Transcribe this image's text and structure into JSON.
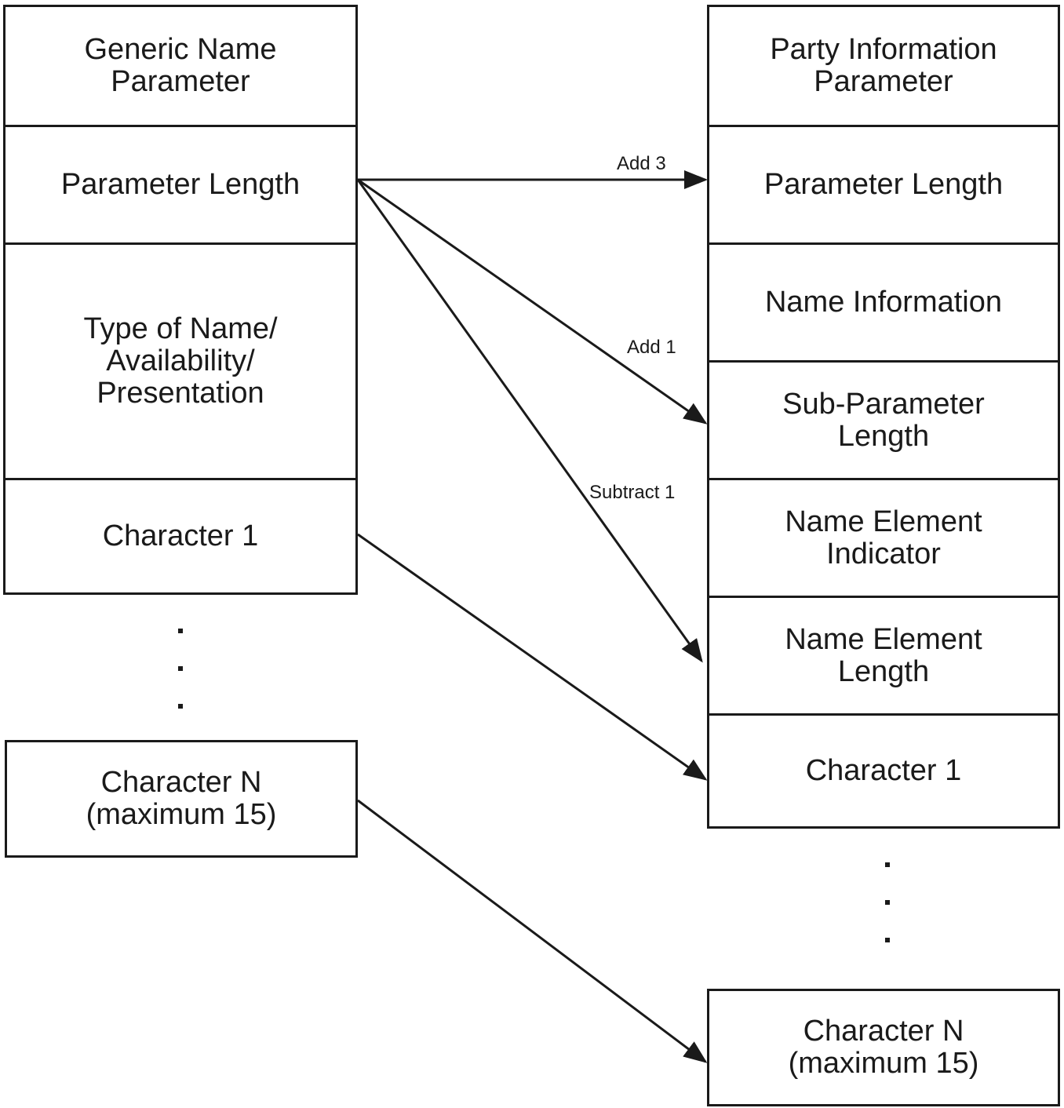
{
  "left_column": {
    "fields": [
      "Generic Name\nParameter",
      "Parameter Length",
      "Type of Name/\nAvailability/\nPresentation",
      "Character 1"
    ],
    "last_field": "Character N\n(maximum 15)"
  },
  "right_column": {
    "fields": [
      "Party Information\nParameter",
      "Parameter Length",
      "Name Information",
      "Sub-Parameter\nLength",
      "Name Element\nIndicator",
      "Name Element\nLength",
      "Character 1"
    ],
    "last_field": "Character N\n(maximum 15)"
  },
  "arrows": {
    "add3": "Add 3",
    "add1": "Add 1",
    "subtract1": "Subtract 1"
  }
}
